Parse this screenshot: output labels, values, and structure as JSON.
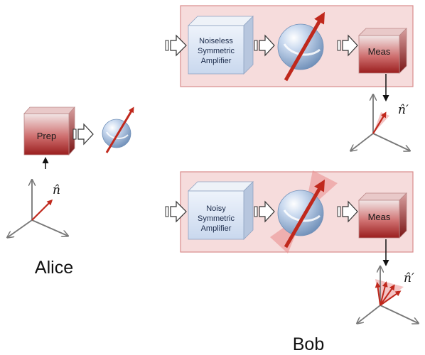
{
  "labels": {
    "alice": "Alice",
    "bob": "Bob",
    "prep": "Prep",
    "meas": "Meas",
    "n_hat": "n̂",
    "n_hat_prime": "n̂′"
  },
  "top_amplifier": {
    "lines": [
      "Noiseless",
      "Symmetric",
      "Amplifier"
    ]
  },
  "bottom_amplifier": {
    "lines": [
      "Noisy",
      "Symmetric",
      "Amplifier"
    ]
  },
  "colors": {
    "panel_fill": "#f6dcdc",
    "panel_border": "#d98b8b",
    "amp_box": "#dbe6f5",
    "meas_box": "#b02a2a",
    "vector": "#c0281c",
    "axes": "#777777"
  }
}
